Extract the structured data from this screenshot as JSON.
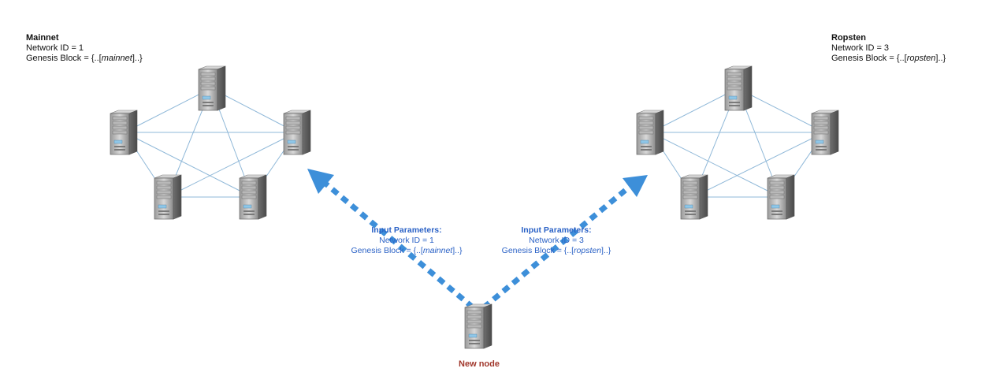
{
  "networks": {
    "mainnet": {
      "title": "Mainnet",
      "network_id": "Network ID = 1",
      "genesis_prefix": "Genesis Block = {..[",
      "genesis_value": "mainnet",
      "genesis_suffix": "]..}"
    },
    "ropsten": {
      "title": "Ropsten",
      "network_id": "Network ID = 3",
      "genesis_prefix": "Genesis Block = {..[",
      "genesis_value": "ropsten",
      "genesis_suffix": "]..}"
    }
  },
  "input_params": {
    "left": {
      "title": "Input Parameters:",
      "network_id": "Network ID = 1",
      "genesis_prefix": "Genesis Block = {..[",
      "genesis_value": "mainnet",
      "genesis_suffix": "]..}"
    },
    "right": {
      "title": "Input Parameters:",
      "network_id": "Network ID = 3",
      "genesis_prefix": "Genesis Block = {..[",
      "genesis_value": "ropsten",
      "genesis_suffix": "]..}"
    }
  },
  "new_node": {
    "label": "New node"
  },
  "colors": {
    "arrow": "#3d8fd9",
    "edge": "#8fb8d8",
    "param_text": "#2b62c6",
    "new_node_text": "#a0362b"
  },
  "icons": {
    "server": "server-icon"
  }
}
